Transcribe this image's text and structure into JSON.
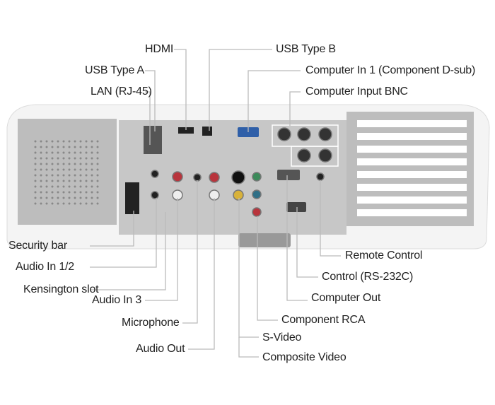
{
  "title": "Projector rear panel connections",
  "callouts": {
    "hdmi": "HDMI",
    "usb_b": "USB Type B",
    "usb_a": "USB Type A",
    "lan": "LAN (RJ-45)",
    "computer_in1": "Computer In 1 (Component D-sub)",
    "computer_bnc": "Computer Input BNC",
    "security_bar": "Security bar",
    "audio_in12": "Audio In 1/2",
    "kensington": "Kensington slot",
    "audio_in3": "Audio In 3",
    "microphone": "Microphone",
    "audio_out": "Audio Out",
    "remote": "Remote Control",
    "control": "Control (RS-232C)",
    "computer_out": "Computer Out",
    "component_rca": "Component RCA",
    "svideo": "S-Video",
    "composite": "Composite Video"
  },
  "colors": {
    "dsub_blue": "#2f5fa8",
    "rca_red": "#b8343c",
    "rca_yellow": "#d8b23a",
    "rca_green": "#3c8a5a",
    "rca_blue": "#2f6f86"
  }
}
